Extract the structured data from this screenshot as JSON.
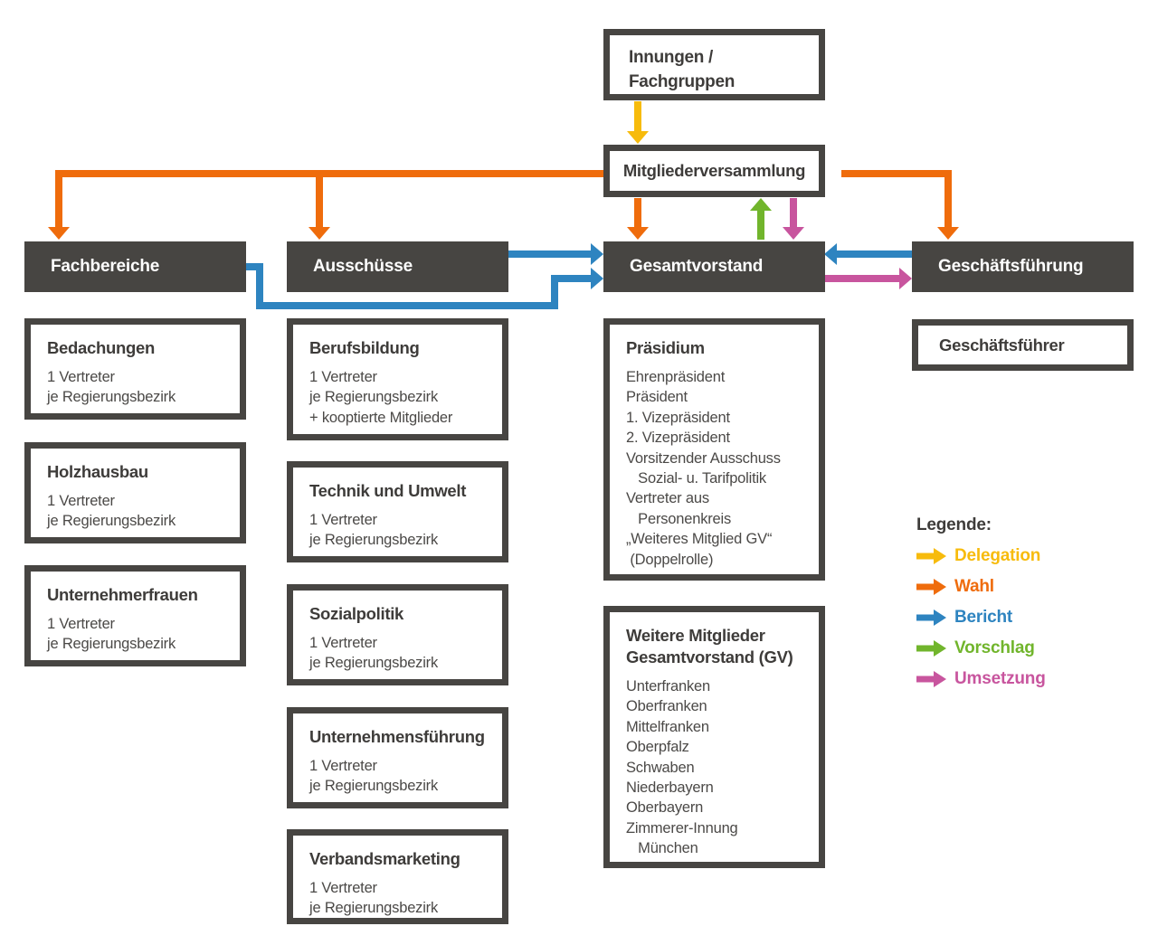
{
  "colors": {
    "delegation": "#F7BB0C",
    "wahl": "#EF6C0C",
    "bericht": "#2E84C0",
    "vorschlag": "#71B52C",
    "umsetzung": "#C8559E",
    "box_dark": "#474542"
  },
  "top": {
    "innungen": "Innungen / Fachgruppen",
    "mitgliederversammlung": "Mitgliederversammlung"
  },
  "headers": {
    "fachbereiche": "Fachbereiche",
    "ausschuesse": "Ausschüsse",
    "gesamtvorstand": "Gesamtvorstand",
    "geschaeftsfuehrung": "Geschäftsführung"
  },
  "fachbereiche": {
    "items": [
      {
        "title": "Bedachungen",
        "body": "1 Vertreter\nje Regierungsbezirk"
      },
      {
        "title": "Holzhausbau",
        "body": "1 Vertreter\nje Regierungsbezirk"
      },
      {
        "title": "Unternehmerfrauen",
        "body": "1 Vertreter\nje Regierungsbezirk"
      }
    ]
  },
  "ausschuesse": {
    "items": [
      {
        "title": "Berufsbildung",
        "body": "1 Vertreter\nje Regierungsbezirk\n+ kooptierte Mitglieder"
      },
      {
        "title": "Technik und Umwelt",
        "body": "1 Vertreter\nje Regierungsbezirk"
      },
      {
        "title": "Sozialpolitik",
        "body": "1 Vertreter\nje Regierungsbezirk"
      },
      {
        "title": "Unternehmensführung",
        "body": "1 Vertreter\nje Regierungsbezirk"
      },
      {
        "title": "Verbandsmarketing",
        "body": "1 Vertreter\nje Regierungsbezirk"
      }
    ]
  },
  "gesamtvorstand": {
    "praesidium": {
      "title": "Präsidium",
      "body": "Ehrenpräsident\nPräsident\n1. Vizepräsident\n2. Vizepräsident\nVorsitzender Ausschuss\n   Sozial- u. Tarifpolitik\nVertreter aus\n   Personenkreis\n„Weiteres Mitglied GV“\n (Doppelrolle)"
    },
    "weitere": {
      "title": "Weitere Mitglieder Gesamtvorstand (GV)",
      "body": "Unterfranken\nOberfranken\nMittelfranken\nOberpfalz\nSchwaben\nNiederbayern\nOberbayern\nZimmerer-Innung\n   München"
    }
  },
  "geschaeftsfuehrung": {
    "geschaeftsfuehrer": "Geschäftsführer"
  },
  "legend": {
    "title": "Legende:",
    "items": [
      {
        "label": "Delegation",
        "color": "#F7BB0C"
      },
      {
        "label": "Wahl",
        "color": "#EF6C0C"
      },
      {
        "label": "Bericht",
        "color": "#2E84C0"
      },
      {
        "label": "Vorschlag",
        "color": "#71B52C"
      },
      {
        "label": "Umsetzung",
        "color": "#C8559E"
      }
    ]
  }
}
